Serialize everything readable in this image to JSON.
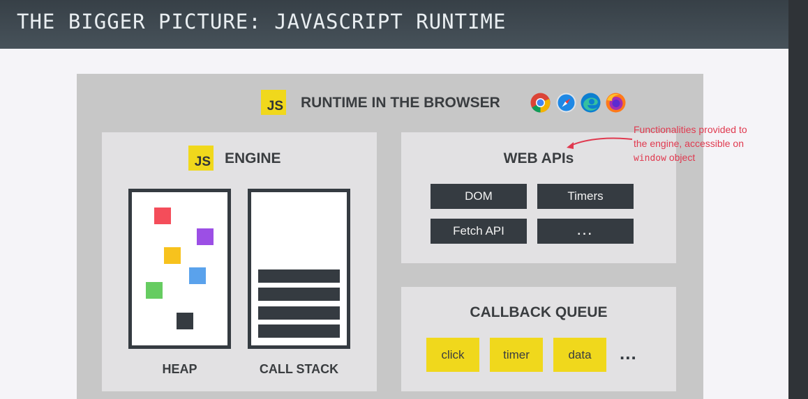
{
  "title": "The Bigger Picture: JavaScript Runtime",
  "runtime": {
    "logo": "JS",
    "title": "RUNTIME IN THE BROWSER",
    "browser_icons": [
      "chrome-icon",
      "safari-icon",
      "edge-icon",
      "firefox-icon"
    ]
  },
  "engine": {
    "logo": "JS",
    "title": "ENGINE",
    "heap_label": "HEAP",
    "callstack_label": "CALL STACK",
    "heap_object_colors": [
      "#f44d5a",
      "#9c4fe5",
      "#f7c21d",
      "#5aa2ec",
      "#66cc61",
      "#353b41"
    ]
  },
  "web_apis": {
    "title": "WEB APIs",
    "items": [
      "DOM",
      "Timers",
      "Fetch API",
      "..."
    ],
    "annotation": {
      "line1": "Functionalities provided to",
      "line2": "the engine, accessible on",
      "code": "window",
      "line3_rest": " object"
    }
  },
  "callback_queue": {
    "title": "CALLBACK QUEUE",
    "items": [
      "click",
      "timer",
      "data"
    ],
    "more": "..."
  },
  "colors": {
    "js_yellow": "#f0d81c",
    "dark": "#353b41",
    "annotation_red": "#e0394f"
  }
}
